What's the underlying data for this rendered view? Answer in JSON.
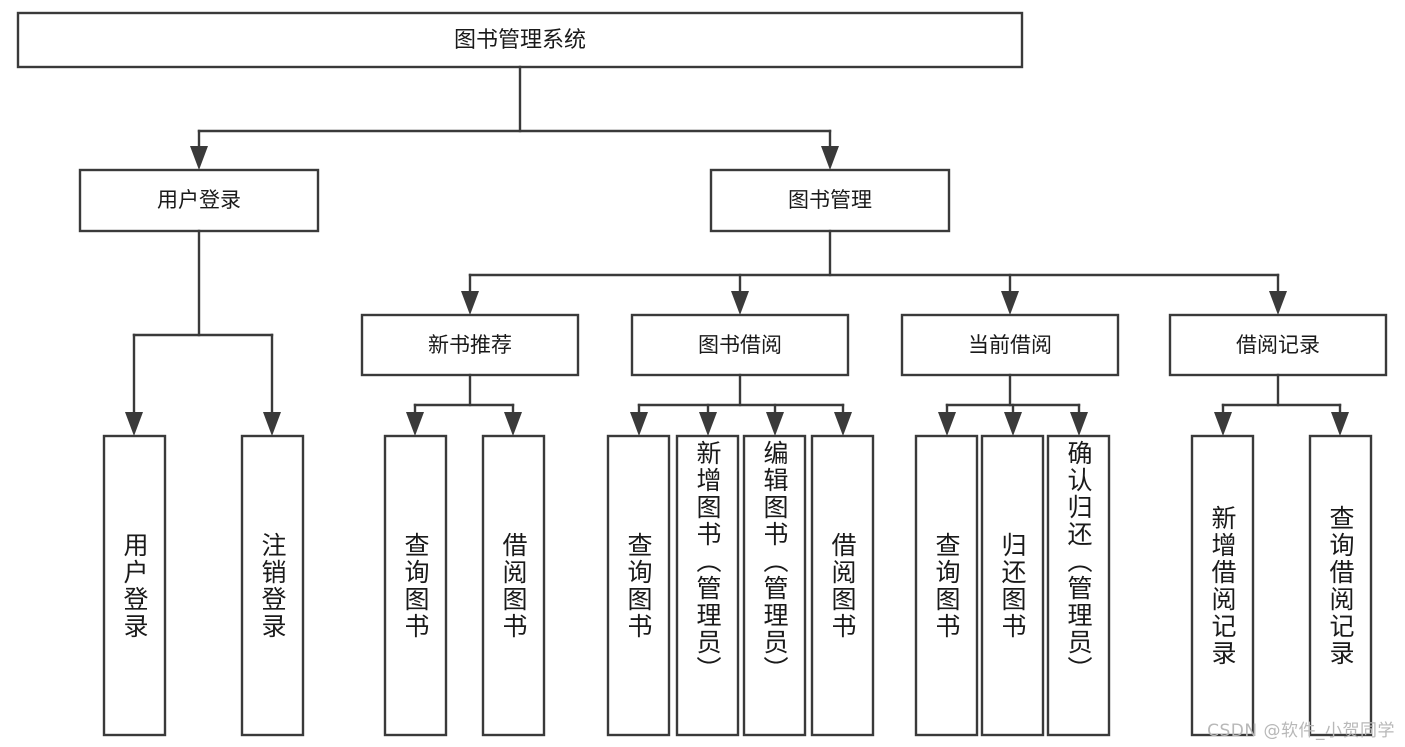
{
  "diagram": {
    "type": "tree",
    "title": "图书管理系统",
    "orientation": "top-down",
    "colors": {
      "box_fill": "#ffffff",
      "box_stroke": "#3a3a3a",
      "text": "#1a1a1a",
      "watermark": "#b8b8b8",
      "background": "#ffffff"
    },
    "root": {
      "label": "图书管理系统"
    },
    "level2": [
      {
        "label": "用户登录"
      },
      {
        "label": "图书管理"
      }
    ],
    "level3": [
      {
        "label": "新书推荐"
      },
      {
        "label": "图书借阅"
      },
      {
        "label": "当前借阅"
      },
      {
        "label": "借阅记录"
      }
    ],
    "leaves": {
      "user_login": [
        {
          "label": "用户登录"
        },
        {
          "label": "注销登录"
        }
      ],
      "new_book": [
        {
          "label": "查询图书"
        },
        {
          "label": "借阅图书"
        }
      ],
      "book_borrow": [
        {
          "label": "查询图书"
        },
        {
          "label": "新增图书（管理员）"
        },
        {
          "label": "编辑图书（管理员）"
        },
        {
          "label": "借阅图书"
        }
      ],
      "current_borrow": [
        {
          "label": "查询图书"
        },
        {
          "label": "归还图书"
        },
        {
          "label": "确认归还（管理员）"
        }
      ],
      "borrow_record": [
        {
          "label": "新增借阅记录"
        },
        {
          "label": "查询借阅记录"
        }
      ]
    },
    "watermark": "CSDN @软件_小贺同学"
  }
}
